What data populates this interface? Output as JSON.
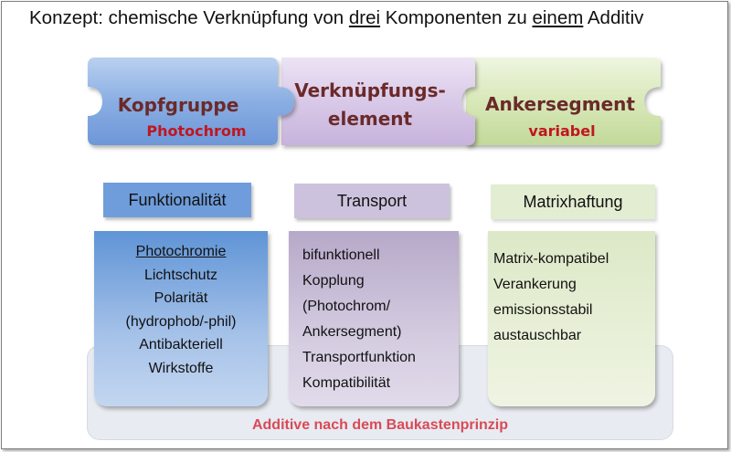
{
  "title": {
    "prefix": "Konzept:  chemische Verknüpfung von ",
    "word1": "drei",
    "middle": " Komponenten zu ",
    "word2": "einem",
    "suffix": " Additiv"
  },
  "puzzle": {
    "head": {
      "label": "Kopfgruppe",
      "sub": "Photochrom",
      "color": "#8aaee3"
    },
    "link": {
      "label_line1": "Verknüpfungs-",
      "label_line2": "element",
      "color": "#d9c9e8"
    },
    "anchor": {
      "label": "Ankersegment",
      "sub": "variabel",
      "color": "#d8e8b8"
    }
  },
  "columns": {
    "functionality": {
      "header": "Funktionalität",
      "items": [
        "Photochromie",
        "Lichtschutz",
        "Polarität",
        "(hydrophob/-phil)",
        "Antibakteriell",
        "Wirkstoffe"
      ]
    },
    "transport": {
      "header": "Transport",
      "items": [
        "bifunktionell",
        "Kopplung",
        "(Photochrom/",
        "Ankersegment)",
        "Transportfunktion",
        "Kompatibilität"
      ]
    },
    "matrix": {
      "header": "Matrixhaftung",
      "items": [
        "Matrix-kompatibel",
        "Verankerung",
        "emissionsstabil",
        "austauschbar"
      ]
    }
  },
  "footer": "Additive nach dem Baukastenprinzip",
  "colors": {
    "accent_red": "#c0161f",
    "footer_red": "#d94a57",
    "blue": "#5f94d6",
    "purple": "#b6a9c9",
    "green": "#dce8c6"
  }
}
